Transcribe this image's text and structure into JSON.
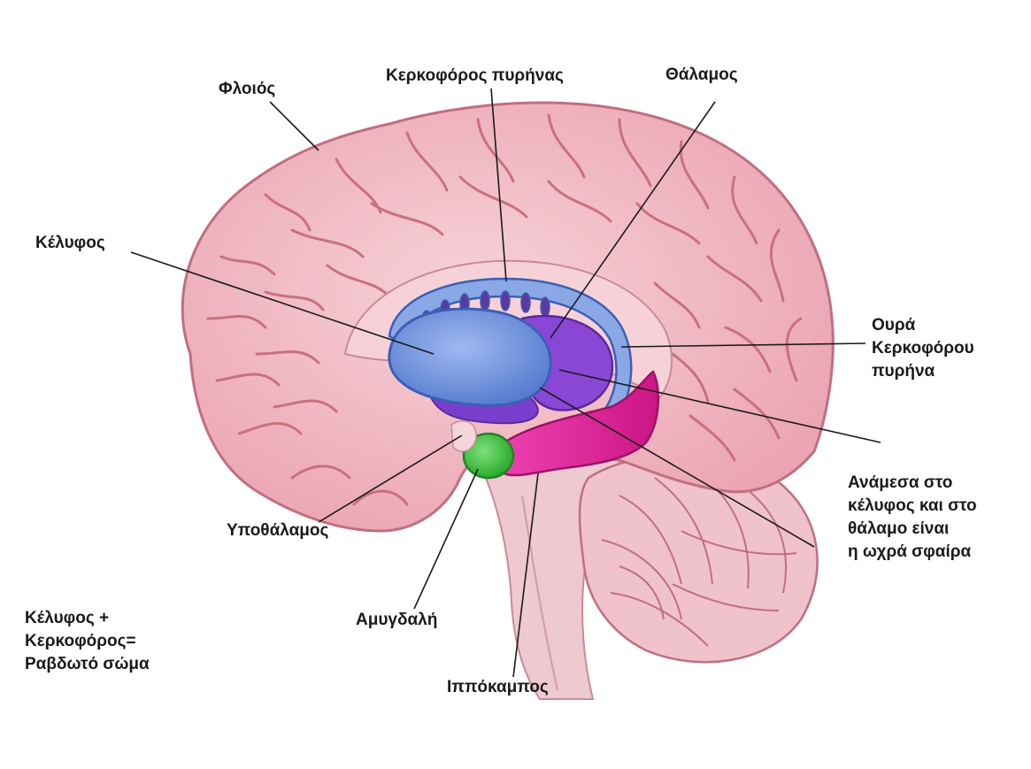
{
  "labels": {
    "cortex": "Φλοιός",
    "caudate_nucleus": "Κερκοφόρος πυρήνας",
    "thalamus": "Θάλαμος",
    "putamen": "Κέλυφος",
    "caudate_tail": [
      "Ουρά",
      "Κερκοφόρου",
      "πυρήνα"
    ],
    "globus_pallidus_note": [
      "Ανάμεσα στο",
      "κέλυφος και στο",
      "θάλαμο είναι",
      "η ωχρά σφαίρα"
    ],
    "hypothalamus": "Υποθάλαμος",
    "amygdala": "Αμυγδαλή",
    "hippocampus": "Ιππόκαμπος",
    "striatum_note": [
      "Κέλυφος +",
      "Κερκοφόρος=",
      "Ραβδωτό σώμα"
    ]
  },
  "colors": {
    "cortex": "#f2b9c3",
    "cortex_fold": "#c9707f",
    "caudate": "#7f9fe0",
    "putamen": "#6b8fdc",
    "thalamus": "#8a47d6",
    "hippocampus": "#e0239a",
    "amygdala": "#3ec23e",
    "brainstem": "#eec9cf",
    "cerebellum": "#f0c2cb",
    "leader_line": "#1a1a1a"
  }
}
